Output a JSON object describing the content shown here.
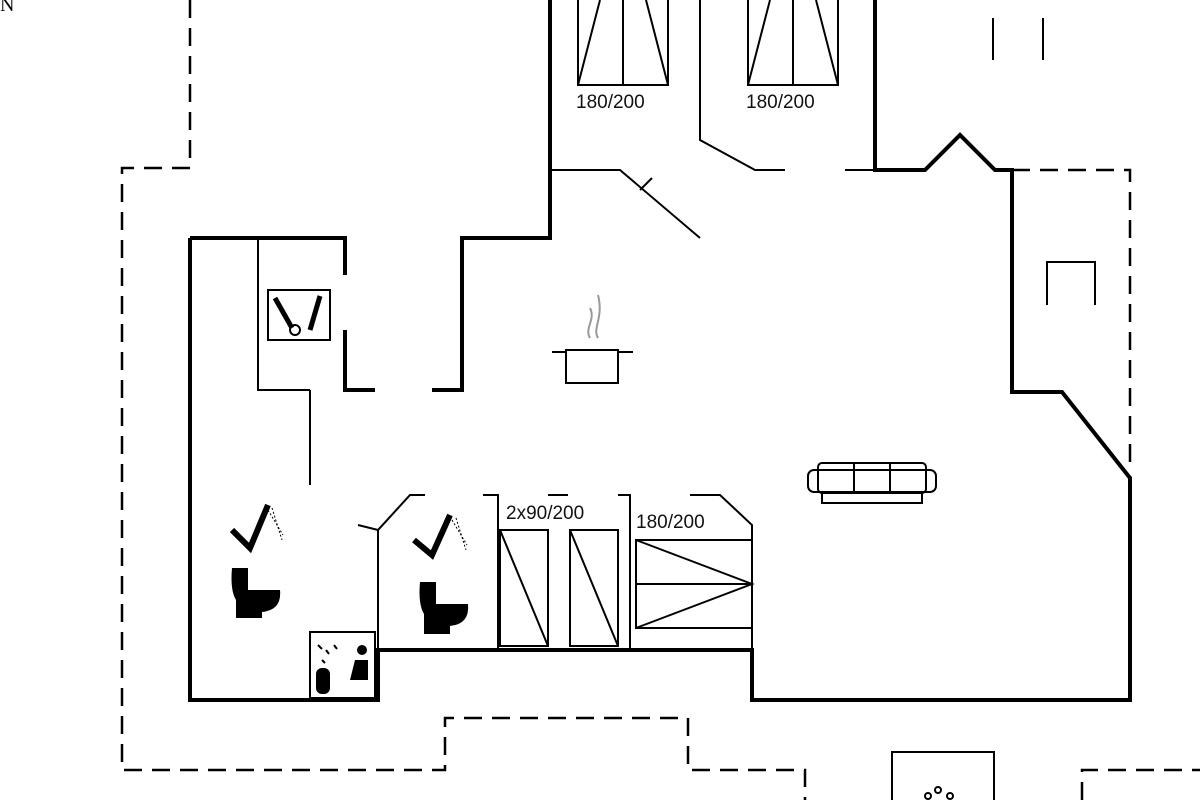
{
  "compass": "N",
  "beds": [
    {
      "label": "180/200"
    },
    {
      "label": "180/200"
    },
    {
      "label": "2x90/200"
    },
    {
      "label": "180/200"
    }
  ],
  "icons": [
    "kitchen-pot-icon",
    "sofa-icon",
    "shower-icon",
    "toilet-icon",
    "sauna-icon",
    "utility-icon",
    "whirlpool-icon"
  ]
}
